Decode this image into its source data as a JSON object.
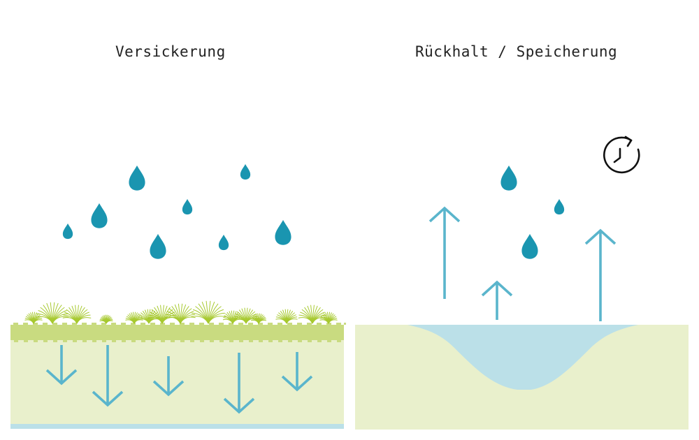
{
  "panels": {
    "left": {
      "title": "Versickerung",
      "description": "Infiltration: rain falls on vegetated soil and seeps downward",
      "elements": [
        "raindrops",
        "grass-layer",
        "soil-layer",
        "downward-arrows",
        "groundwater-strip"
      ]
    },
    "right": {
      "title": "Rückhalt / Speicherung",
      "description": "Retention / storage: rain collects in a basin and evaporates upward over time",
      "elements": [
        "raindrops",
        "evaporation-arrows",
        "water-basin",
        "soil-layer",
        "delay-clock-icon"
      ]
    }
  },
  "icons": {
    "raindrop": "raindrop-icon",
    "arrow_down": "arrow-down-icon",
    "arrow_up": "arrow-up-icon",
    "clock": "clock-rotate-icon"
  },
  "colors": {
    "raindrop": "#1a95b0",
    "arrow": "#5ab5cc",
    "grass_layer": "#c9db80",
    "grass_blades": "#9ec41a",
    "soil": "#e9f0cc",
    "water": "#bbe0e8",
    "icon": "#111111",
    "title_text": "#222222"
  }
}
